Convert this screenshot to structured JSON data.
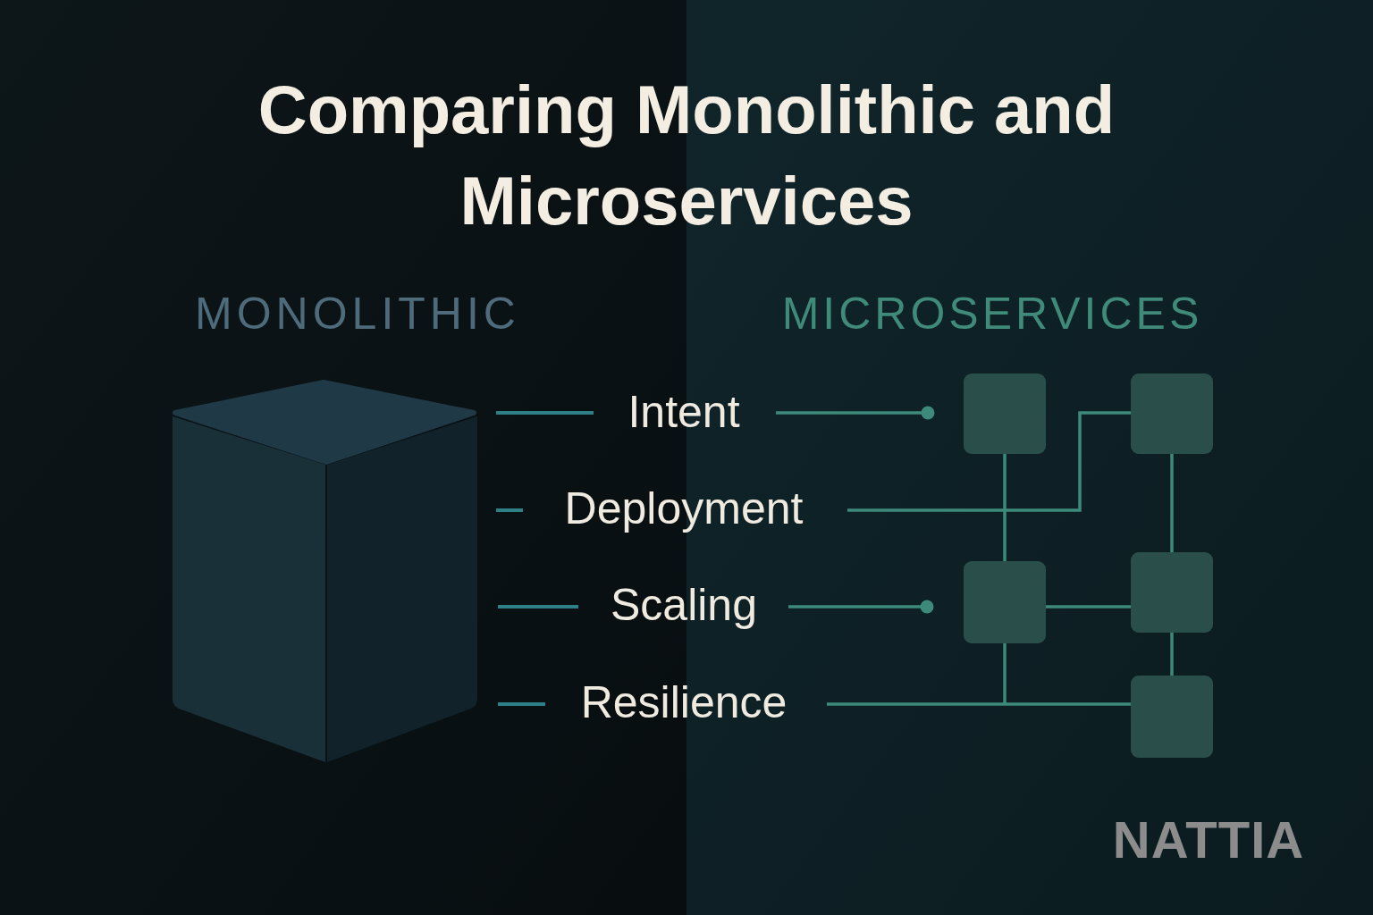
{
  "diagram": {
    "title": "Comparing Monolithic and Microservices",
    "labels": [
      "MONOLITHIC",
      "MICROSERVICES",
      "Intent",
      "Deployment",
      "Scaling",
      "Resilience",
      "NATTIA"
    ]
  }
}
